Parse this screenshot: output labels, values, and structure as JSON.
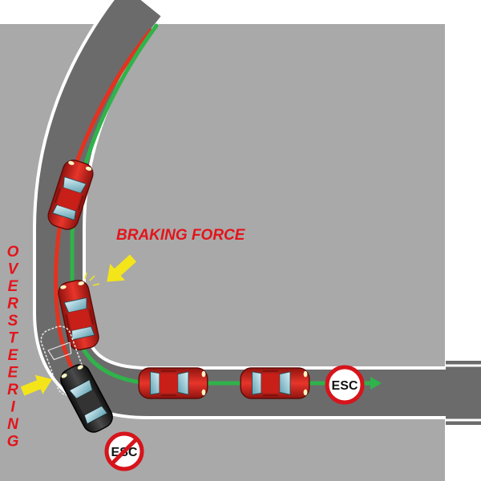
{
  "labels": {
    "braking_force": "BRAKING FORCE",
    "oversteering_letters": [
      "O",
      "V",
      "E",
      "R",
      "S",
      "T",
      "E",
      "E",
      "R",
      "I",
      "N",
      "G"
    ]
  },
  "signs": {
    "esc_on": "ESC",
    "esc_off": "ESC"
  },
  "colors": {
    "background": "#a9a9a9",
    "road": "#6b6b6b",
    "road_edge": "#ffffff",
    "correct_path": "#2fb34a",
    "skid_path": "#e3321f",
    "label_red": "#e3141b",
    "arrow_yellow": "#f4e51a",
    "car_red": "#d8231c",
    "car_black": "#2b2b2b"
  },
  "icons": [
    "braking-arrow-icon",
    "oversteer-arrow-icon",
    "esc-sign-icon",
    "esc-off-sign-icon",
    "direction-arrowhead-icon"
  ]
}
